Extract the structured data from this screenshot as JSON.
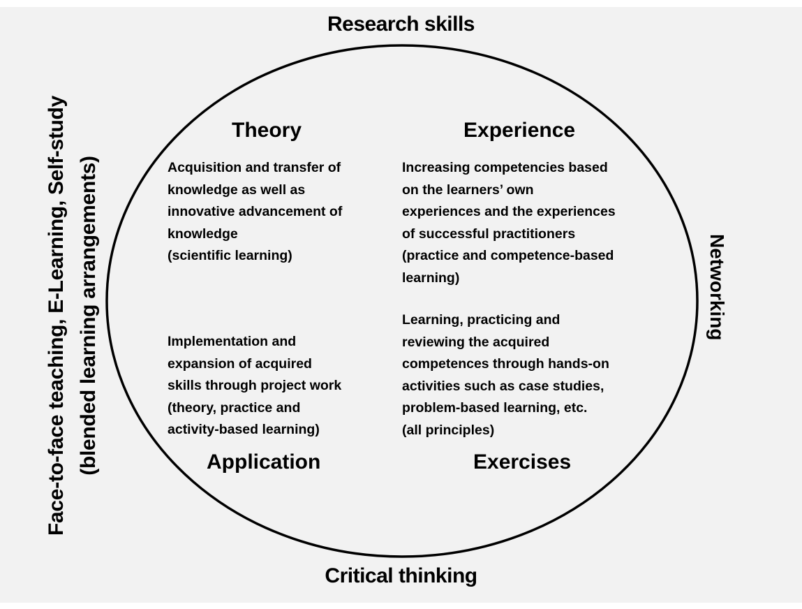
{
  "outer_labels": {
    "top": "Research skills",
    "bottom": "Critical thinking",
    "left": "Face-to-face teaching, E-Learning, Self-study (blended learning arrangements)",
    "right": "Networking"
  },
  "quadrants": {
    "theory": {
      "title": "Theory",
      "text": "Acquisition and transfer of\nknowledge as well as\ninnovative advancement of\nknowledge\n(scientific learning)"
    },
    "experience": {
      "title": "Experience",
      "text": "Increasing competencies based\non the learners’ own\nexperiences and the experiences\nof successful practitioners\n(practice and competence-based\nlearning)"
    },
    "application": {
      "title": "Application",
      "text": "Implementation and\nexpansion of acquired\nskills through project work\n(theory, practice and\nactivity-based learning)"
    },
    "exercises": {
      "title": "Exercises",
      "text": "Learning, practicing and\nreviewing the acquired\ncompetences through hands-on\nactivities such as case studies,\nproblem-based learning, etc.\n(all principles)"
    }
  },
  "colors": {
    "background": "#f2f2f2",
    "outline": "#000000",
    "text": "#000000"
  }
}
